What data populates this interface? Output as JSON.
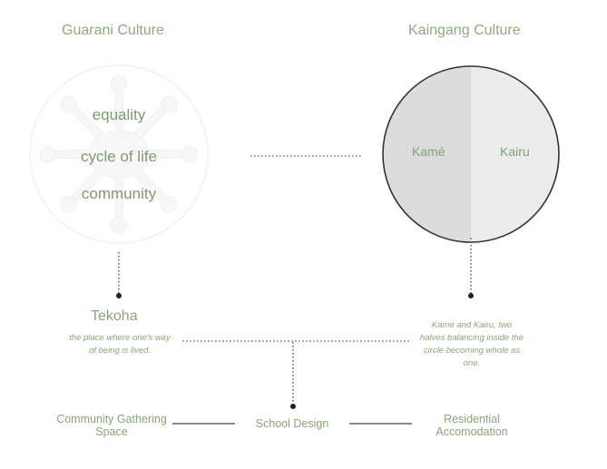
{
  "guarani": {
    "title": "Guarani Culture",
    "values": [
      "equality",
      "cycle of life",
      "community"
    ]
  },
  "kaingang": {
    "title": "Kaingang Culture",
    "left_half": "Kamé",
    "right_half": "Kairu"
  },
  "tekoha": {
    "title": "Tekoha",
    "description": "the place where one's way of being is lived."
  },
  "kame_kairu": {
    "description": "Kamé and Kairu, two halves balancing inside the circle becoming whole as one."
  },
  "outcomes": {
    "left": "Community Gathering Space",
    "center": "School Design",
    "right": "Residential Accomodation"
  },
  "colors": {
    "accent_green": "#8aa57a",
    "circle_left_fill": "#dcdcdc",
    "circle_right_fill": "#ececec",
    "line_dark": "#333333"
  }
}
